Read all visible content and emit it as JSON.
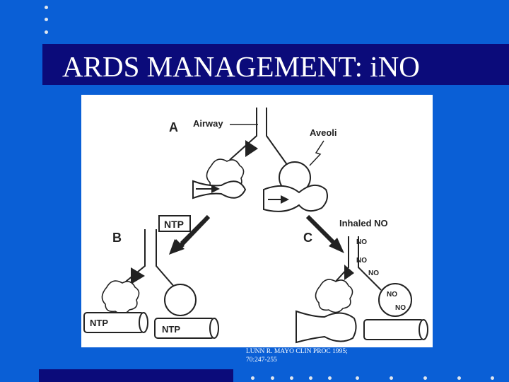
{
  "slide": {
    "title": "ARDS MANAGEMENT: iNO",
    "citation_line1": "LUNN R. MAYO CLIN PROC 1995;",
    "citation_line2": "70:247-255"
  },
  "figure": {
    "panel_a": "A",
    "panel_b": "B",
    "panel_c": "C",
    "airway_label": "Airway",
    "aveoli_label": "Aveoli",
    "ntp_box_label": "NTP",
    "inhaled_no_label": "Inhaled NO",
    "ntp_vessel_1": "NTP",
    "ntp_vessel_2": "NTP",
    "no_1": "NO",
    "no_2": "NO",
    "no_3": "NO",
    "no_4": "NO",
    "no_5": "NO"
  },
  "colors": {
    "background": "#0a5fd6",
    "bar": "#0b0b7a",
    "dots": "#dfe6ef"
  }
}
